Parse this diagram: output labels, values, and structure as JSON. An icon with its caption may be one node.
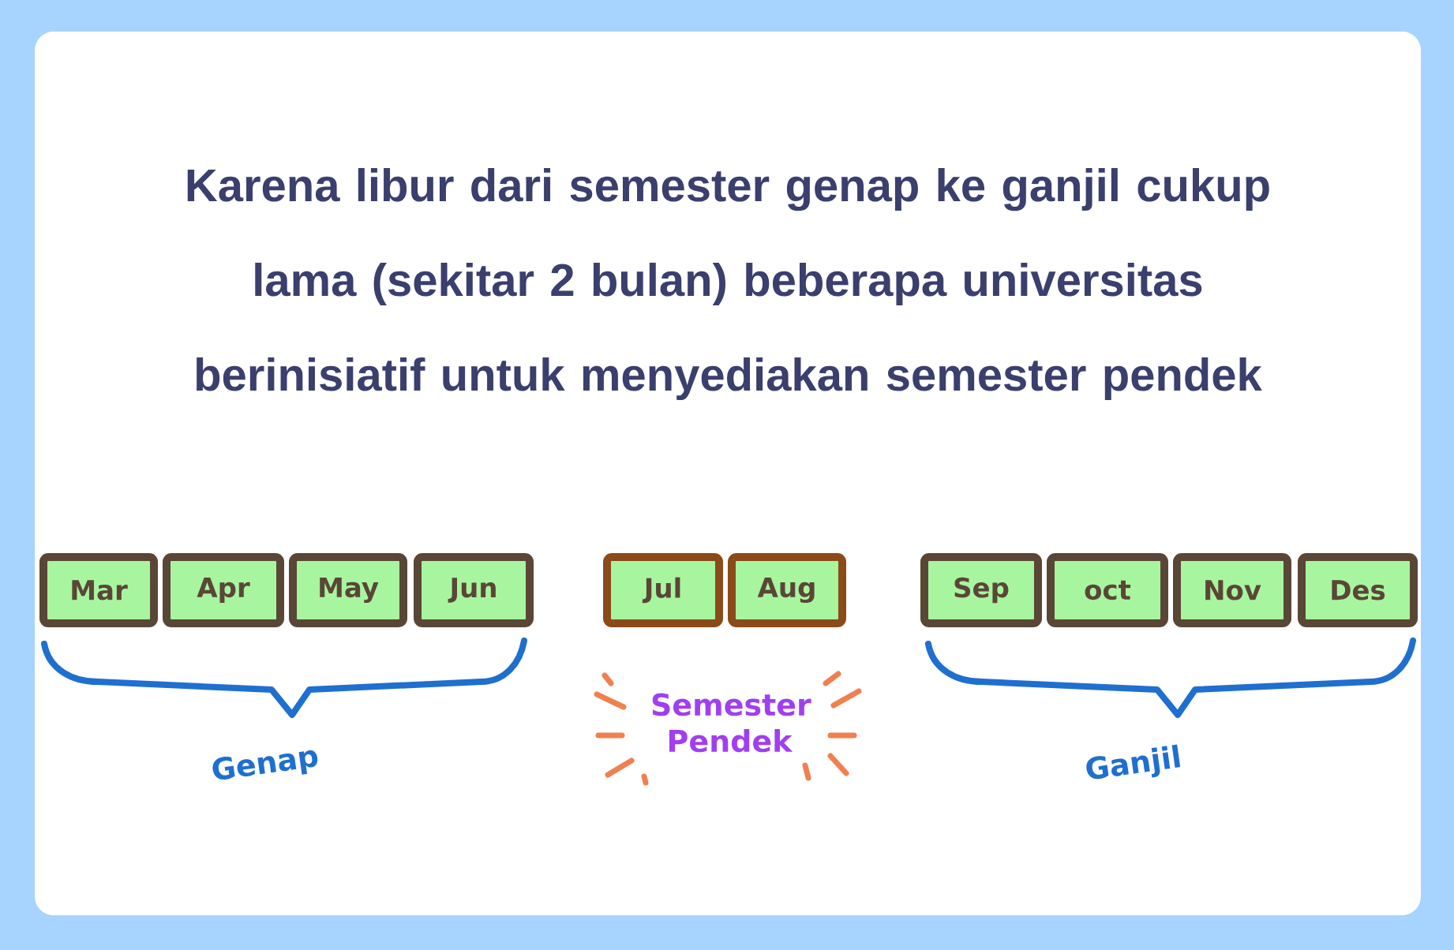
{
  "diagram": {
    "title": "Karena libur dari semester genap ke ganjil cukup lama (sekitar 2 bulan) beberapa universitas berinisiatif untuk menyediakan semester pendek",
    "nodes": [
      {
        "text": [
          "Mar"
        ]
      },
      {
        "text": [
          "Apr"
        ]
      },
      {
        "text": [
          "May"
        ]
      },
      {
        "text": [
          "Jun"
        ]
      },
      {
        "text": [
          "Jul"
        ]
      },
      {
        "text": [
          "Aug"
        ]
      },
      {
        "text": [
          "Sep"
        ]
      },
      {
        "text": [
          "oct"
        ]
      },
      {
        "text": [
          "Nov"
        ]
      },
      {
        "text": [
          "Des"
        ]
      }
    ],
    "labels": [
      "Genap",
      "Semester Pendek",
      "Ganjil"
    ]
  }
}
